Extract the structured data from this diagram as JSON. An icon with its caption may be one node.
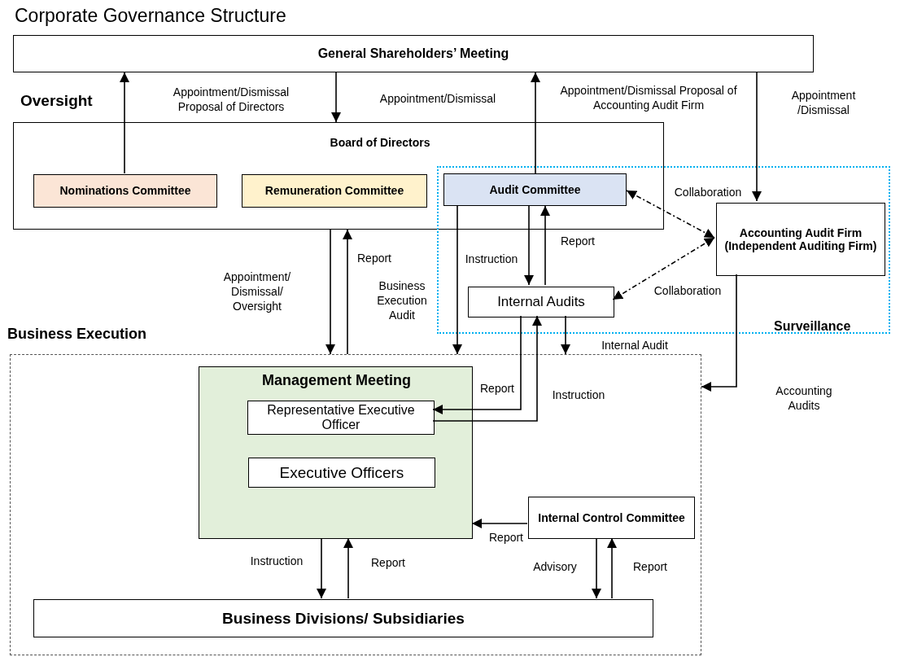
{
  "diagram": {
    "title": "Corporate Governance Structure",
    "nodes": [
      {
        "text": [
          "General Shareholders’ Meeting"
        ]
      },
      {
        "text": [
          "Board of Directors"
        ]
      },
      {
        "text": [
          "Nominations Committee"
        ],
        "in": 1
      },
      {
        "text": [
          "Remuneration Committee"
        ],
        "in": 1
      },
      {
        "text": [
          "Audit Committee"
        ]
      },
      {
        "text": [
          "Surveillance"
        ]
      },
      {
        "text": [
          "Accounting Audit Firm (Independent Auditing Firm)"
        ],
        "in": 5
      },
      {
        "text": [
          "Internal Audits"
        ],
        "in": 5
      },
      {
        "text": [
          "Business Execution"
        ]
      },
      {
        "text": [
          "Management Meeting"
        ],
        "in": 8
      },
      {
        "text": [
          "Representative Executive Officer"
        ],
        "in": 9
      },
      {
        "text": [
          "Executive Officers"
        ],
        "in": 9
      },
      {
        "text": [
          "Internal Control Committee"
        ],
        "in": 8
      },
      {
        "text": [
          "Business Divisions/ Subsidiaries"
        ],
        "in": 8
      }
    ],
    "edges": [
      {
        "from": 2,
        "to": 0,
        "arrow": "to",
        "label": "Appointment/Dismissal Proposal of Directors"
      },
      {
        "from": 0,
        "to": 1,
        "arrow": "to",
        "label": "Appointment/Dismissal"
      },
      {
        "from": 4,
        "to": 0,
        "arrow": "to",
        "label": "Appointment/Dismissal Proposal of Accounting Audit Firm"
      },
      {
        "from": 0,
        "to": 6,
        "arrow": "to",
        "label": "Appointment /Dismissal"
      },
      {
        "from": 1,
        "to": 8,
        "arrow": "to",
        "label": "Appointment/ Dismissal/ Oversight"
      },
      {
        "from": 8,
        "to": 1,
        "arrow": "to",
        "label": "Report"
      },
      {
        "from": 4,
        "to": 7,
        "arrow": "to",
        "label": "Instruction"
      },
      {
        "from": 7,
        "to": 4,
        "arrow": "to",
        "label": "Report"
      },
      {
        "from": 4,
        "to": 8,
        "arrow": "to",
        "label": "Business Execution Audit"
      },
      {
        "from": 4,
        "to": 6,
        "arrow": "both",
        "label": "Collaboration",
        "style": "dashed"
      },
      {
        "from": 6,
        "to": 7,
        "arrow": "both",
        "label": "Collaboration",
        "style": "dashed"
      },
      {
        "from": 7,
        "to": 8,
        "arrow": "to",
        "label": "Internal Audit"
      },
      {
        "from": 7,
        "to": 10,
        "arrow": "to",
        "label": "Report"
      },
      {
        "from": 10,
        "to": 7,
        "arrow": "to",
        "label": "Instruction"
      },
      {
        "from": 6,
        "to": 8,
        "arrow": "to",
        "label": "Accounting Audits"
      },
      {
        "from": 12,
        "to": 9,
        "arrow": "to",
        "label": "Report"
      },
      {
        "from": 9,
        "to": 13,
        "arrow": "to",
        "label": "Instruction"
      },
      {
        "from": 13,
        "to": 9,
        "arrow": "to",
        "label": "Report"
      },
      {
        "from": 12,
        "to": 13,
        "arrow": "to",
        "label": "Advisory"
      },
      {
        "from": 13,
        "to": 12,
        "arrow": "to",
        "label": "Report"
      }
    ],
    "labels": [
      "Oversight"
    ]
  }
}
